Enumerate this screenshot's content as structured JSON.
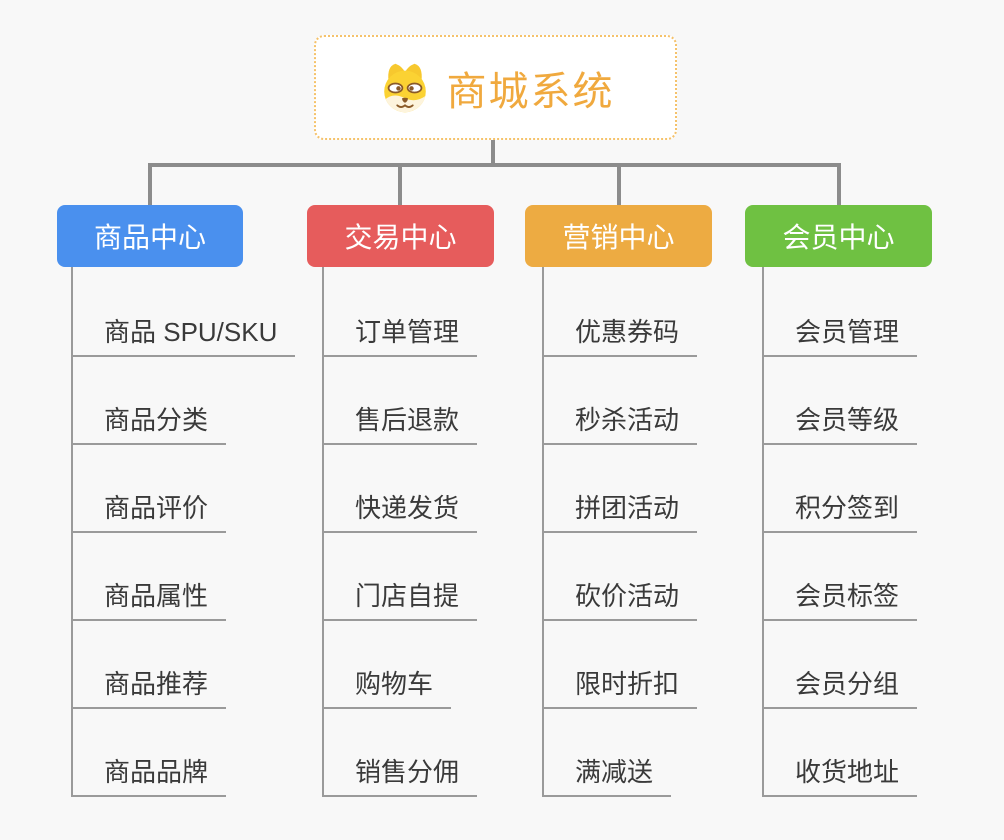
{
  "root": {
    "title": "商城系统",
    "icon": "shiba-dog-icon"
  },
  "branches": [
    {
      "label": "商品中心",
      "color": "#4a90ee",
      "children": [
        "商品 SPU/SKU",
        "商品分类",
        "商品评价",
        "商品属性",
        "商品推荐",
        "商品品牌"
      ]
    },
    {
      "label": "交易中心",
      "color": "#e65c5c",
      "children": [
        "订单管理",
        "售后退款",
        "快递发货",
        "门店自提",
        "购物车",
        "销售分佣"
      ]
    },
    {
      "label": "营销中心",
      "color": "#edab42",
      "children": [
        "优惠券码",
        "秒杀活动",
        "拼团活动",
        "砍价活动",
        "限时折扣",
        "满减送"
      ]
    },
    {
      "label": "会员中心",
      "color": "#6fc142",
      "children": [
        "会员管理",
        "会员等级",
        "积分签到",
        "会员标签",
        "会员分组",
        "收货地址"
      ]
    }
  ],
  "theme": {
    "background": "#f8f8f8",
    "root_text_color": "#f0a93e",
    "root_border_color": "#f5c26b",
    "connector_color": "#8c8c8c",
    "sub_line_color": "#9a9a9a"
  }
}
